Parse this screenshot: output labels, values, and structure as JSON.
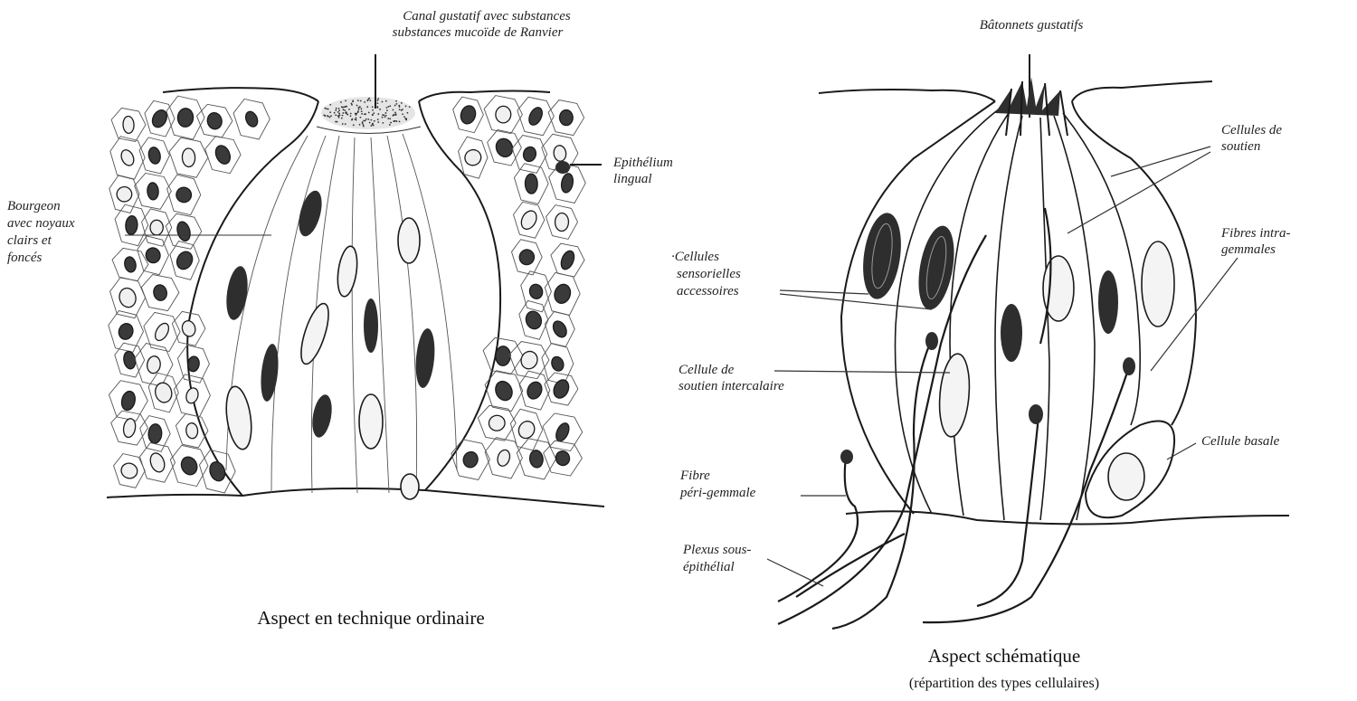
{
  "left_panel": {
    "label_top_line1": "Canal gustatif avec substances",
    "label_top_line2": "substances mucoïde de Ranvier",
    "label_epithelium_line1": "Epithélium",
    "label_epithelium_line2": "lingual",
    "label_bud_line1": "Bourgeon",
    "label_bud_line2": "avec noyaux",
    "label_bud_line3": "clairs et",
    "label_bud_line4": "foncés",
    "caption": "Aspect en technique ordinaire"
  },
  "right_panel": {
    "label_top": "Bâtonnets gustatifs",
    "label_support_line1": "Cellules de",
    "label_support_line2": "soutien",
    "label_fibres_line1": "Fibres intra-",
    "label_fibres_line2": "gemmales",
    "label_sensory_line1": "·Cellules",
    "label_sensory_line2": "sensorielles",
    "label_sensory_line3": "accessoires",
    "label_intercalary_line1": "Cellule de",
    "label_intercalary_line2": "soutien intercalaire",
    "label_basal": "Cellule basale",
    "label_peri_line1": "Fibre",
    "label_peri_line2": "péri-gemmale",
    "label_plexus_line1": "Plexus sous-",
    "label_plexus_line2": "épithélial",
    "caption": "Aspect schématique",
    "subcaption": "(répartition des types cellulaires)"
  }
}
